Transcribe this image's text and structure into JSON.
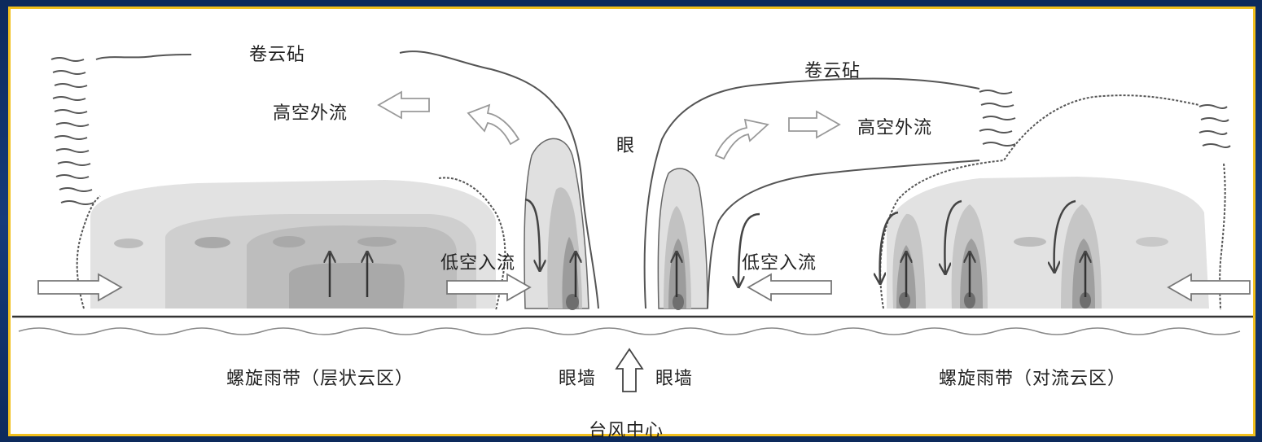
{
  "labels": {
    "cirrus_left": "卷云砧",
    "cirrus_right": "卷云砧",
    "outflow_left": "高空外流",
    "outflow_right": "高空外流",
    "eye": "眼",
    "inflow_left": "低空入流",
    "inflow_right": "低空入流",
    "eyewall_left": "眼墙",
    "eyewall_right": "眼墙",
    "center": "台风中心",
    "band_left": "螺旋雨带（层状云区）",
    "band_right": "螺旋雨带（对流云区）"
  },
  "colors": {
    "frame_border": "#f2c01e",
    "background": "#0d2a5c",
    "cloud_outline": "#555555",
    "shade_light": "#e2e2e2",
    "shade_mid": "#c8c8c8",
    "shade_dark": "#a8a8a8",
    "shade_core": "#7a7a7a"
  }
}
